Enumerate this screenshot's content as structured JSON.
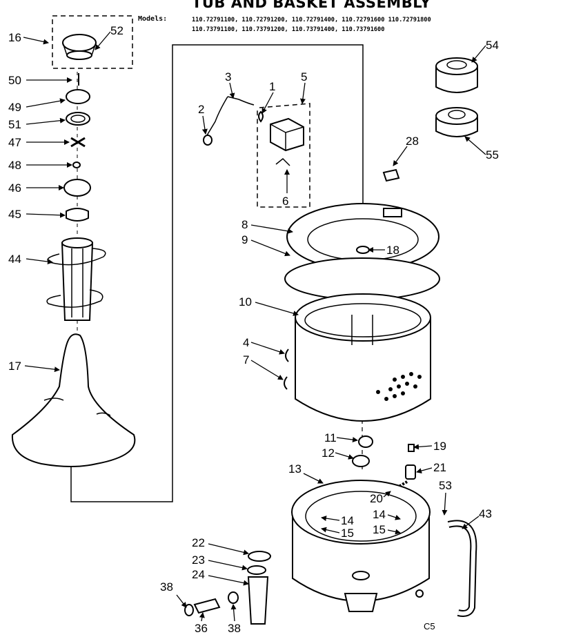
{
  "header": {
    "title": "TUB AND BASKET ASSEMBLY",
    "models_label": "Models:",
    "models_line_1": "110.72791100, 110.72791200, 110.72791400, 110.72791600 110.72791800",
    "models_line_2": "110.73791100, 110.73791200, 110.73791400, 110.73791600"
  },
  "diagram_code": "C5",
  "callouts": [
    {
      "id": "16",
      "label": "16"
    },
    {
      "id": "52",
      "label": "52"
    },
    {
      "id": "50",
      "label": "50"
    },
    {
      "id": "49",
      "label": "49"
    },
    {
      "id": "51",
      "label": "51"
    },
    {
      "id": "47",
      "label": "47"
    },
    {
      "id": "48",
      "label": "48"
    },
    {
      "id": "46",
      "label": "46"
    },
    {
      "id": "45",
      "label": "45"
    },
    {
      "id": "44",
      "label": "44"
    },
    {
      "id": "17",
      "label": "17"
    },
    {
      "id": "3",
      "label": "3"
    },
    {
      "id": "1",
      "label": "1"
    },
    {
      "id": "5",
      "label": "5"
    },
    {
      "id": "2",
      "label": "2"
    },
    {
      "id": "6",
      "label": "6"
    },
    {
      "id": "54",
      "label": "54"
    },
    {
      "id": "55",
      "label": "55"
    },
    {
      "id": "28",
      "label": "28"
    },
    {
      "id": "8",
      "label": "8"
    },
    {
      "id": "9",
      "label": "9"
    },
    {
      "id": "18",
      "label": "18"
    },
    {
      "id": "10",
      "label": "10"
    },
    {
      "id": "4",
      "label": "4"
    },
    {
      "id": "7",
      "label": "7"
    },
    {
      "id": "11",
      "label": "11"
    },
    {
      "id": "12",
      "label": "12"
    },
    {
      "id": "19",
      "label": "19"
    },
    {
      "id": "21",
      "label": "21"
    },
    {
      "id": "13",
      "label": "13"
    },
    {
      "id": "20",
      "label": "20"
    },
    {
      "id": "53",
      "label": "53"
    },
    {
      "id": "43",
      "label": "43"
    },
    {
      "id": "14a",
      "label": "14"
    },
    {
      "id": "15a",
      "label": "15"
    },
    {
      "id": "14b",
      "label": "14"
    },
    {
      "id": "15b",
      "label": "15"
    },
    {
      "id": "22",
      "label": "22"
    },
    {
      "id": "23",
      "label": "23"
    },
    {
      "id": "24",
      "label": "24"
    },
    {
      "id": "38a",
      "label": "38"
    },
    {
      "id": "36",
      "label": "36"
    },
    {
      "id": "38b",
      "label": "38"
    }
  ]
}
